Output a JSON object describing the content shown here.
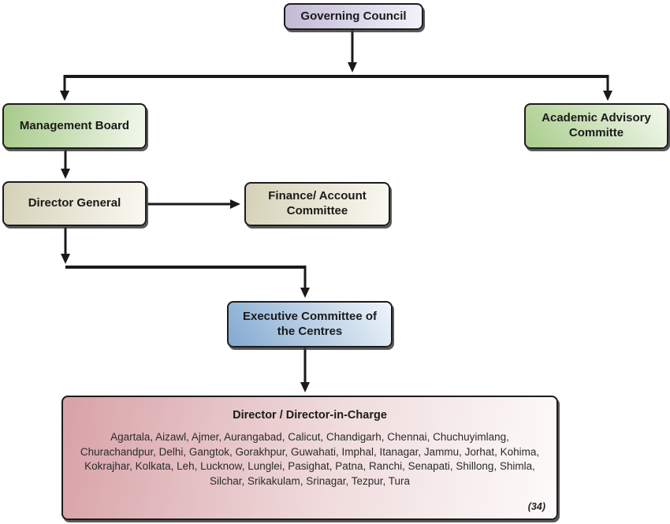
{
  "page": {
    "background": "#ffffff"
  },
  "diagram": {
    "type": "org-chart",
    "line_color": "#1a1a1a",
    "nodes": {
      "governing_council": {
        "label": "Governing Council",
        "fill_start": "#c2bad7",
        "fill_end": "#f3f1f9"
      },
      "management_board": {
        "label": "Management Board",
        "fill_start": "#a6ca89",
        "fill_end": "#f3f8ed"
      },
      "academic_advisory_committe": {
        "label": "Academic Advisory Committe",
        "fill_start": "#a9cd8c",
        "fill_end": "#f3f8ed"
      },
      "director_general": {
        "label": "Director General",
        "fill_start": "#d5d1b8",
        "fill_end": "#faf9f1"
      },
      "finance_account_committee": {
        "label": "Finance/ Account Committee",
        "fill_start": "#d5d1b8",
        "fill_end": "#faf9f1"
      },
      "executive_committee": {
        "label": "Executive Committee of the Centres",
        "fill_start": "#83a9d0",
        "fill_end": "#eff5fb"
      },
      "directors": {
        "title": "Director / Director-in-Charge",
        "centres": [
          "Agartala",
          "Aizawl",
          "Ajmer",
          "Aurangabad",
          "Calicut",
          "Chandigarh",
          "Chennai",
          "Chuchuyimlang",
          "Churachandpur",
          "Delhi",
          "Gangtok",
          "Gorakhpur",
          "Guwahati",
          "Imphal",
          "Itanagar",
          "Jammu",
          "Jorhat",
          "Kohima",
          "Kokrajhar",
          "Kolkata",
          "Leh",
          "Lucknow",
          "Lunglei",
          "Pasighat",
          "Patna",
          "Ranchi",
          "Senapati",
          "Shillong",
          "Shimla",
          "Silchar",
          "Srikakulam",
          "Srinagar",
          "Tezpur",
          "Tura"
        ],
        "count_label": "(34)",
        "fill_start": "#d8a2a7",
        "fill_end": "#fdfbfa"
      }
    },
    "edges": [
      {
        "from": "governing_council",
        "to": "management_board"
      },
      {
        "from": "governing_council",
        "to": "academic_advisory_committe"
      },
      {
        "from": "management_board",
        "to": "director_general"
      },
      {
        "from": "director_general",
        "to": "finance_account_committee"
      },
      {
        "from": "director_general",
        "to": "executive_committee"
      },
      {
        "from": "executive_committee",
        "to": "directors"
      }
    ]
  }
}
